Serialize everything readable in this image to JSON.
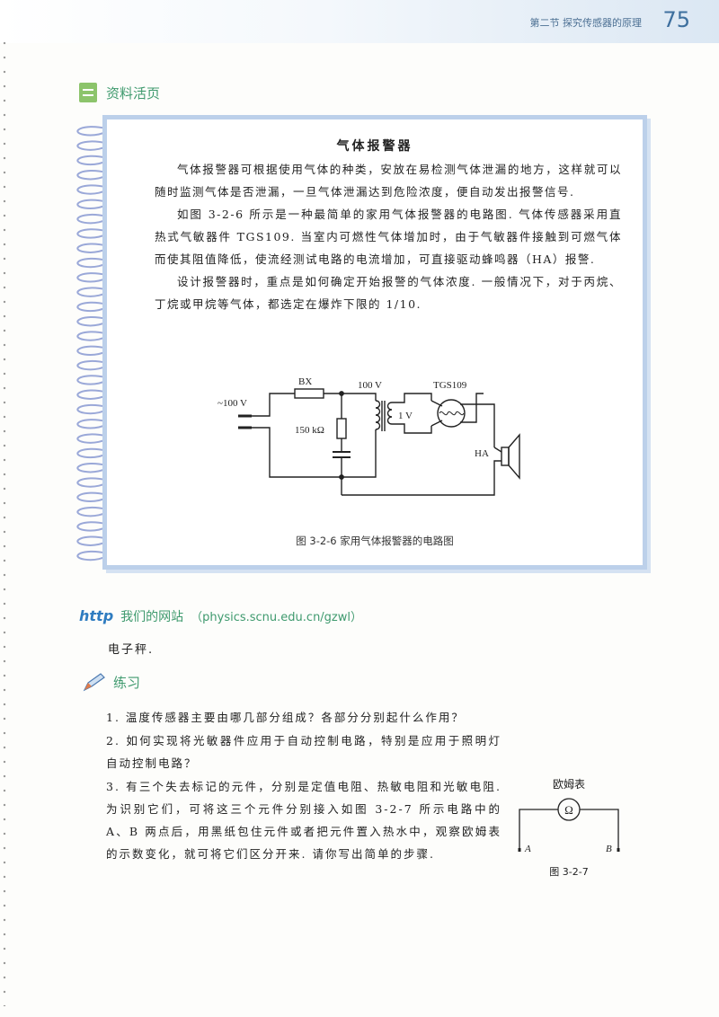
{
  "header": {
    "section": "第二节  探究传感器的原理",
    "page_number": "75"
  },
  "sidebar_label": "资料活页",
  "card": {
    "title": "气体报警器",
    "paragraphs": [
      "气体报警器可根据使用气体的种类，安放在易检测气体泄漏的地方，这样就可以随时监测气体是否泄漏，一旦气体泄漏达到危险浓度，便自动发出报警信号.",
      "如图 3-2-6 所示是一种最简单的家用气体报警器的电路图. 气体传感器采用直热式气敏器件 TGS109. 当室内可燃性气体增加时，由于气敏器件接触到可燃气体而使其阻值降低，使流经测试电路的电流增加，可直接驱动蜂鸣器（HA）报警.",
      "设计报警器时，重点是如何确定开始报警的气体浓度. 一般情况下，对于丙烷、丁烷或甲烷等气体，都选定在爆炸下限的 1/10."
    ],
    "circuit_labels": {
      "source": "~100 V",
      "fuse": "BX",
      "primary": "100 V",
      "secondary": "1 V",
      "sensor": "TGS109",
      "resistor": "150 kΩ",
      "buzzer": "HA"
    },
    "figure_caption": "图 3-2-6   家用气体报警器的电路图"
  },
  "website": {
    "logo": "http",
    "label": "我们的网站",
    "url": "（physics.scnu.edu.cn/gzwl）",
    "text": "电子秤."
  },
  "exercise": {
    "label": "练习",
    "items": [
      "1. 温度传感器主要由哪几部分组成？各部分分别起什么作用？",
      "2. 如何实现将光敏器件应用于自动控制电路，特别是应用于照明灯自动控制电路？",
      "3. 有三个失去标记的元件，分别是定值电阻、热敏电阻和光敏电阻. 为识别它们，可将这三个元件分别接入如图 3-2-7 所示电路中的 A、B 两点后，用黑纸包住元件或者把元件置入热水中，观察欧姆表的示数变化，就可将它们区分开来. 请你写出简单的步骤."
    ]
  },
  "figure2": {
    "title": "欧姆表",
    "meter_symbol": "Ω",
    "point_a": "A",
    "point_b": "B",
    "caption": "图 3-2-7"
  }
}
